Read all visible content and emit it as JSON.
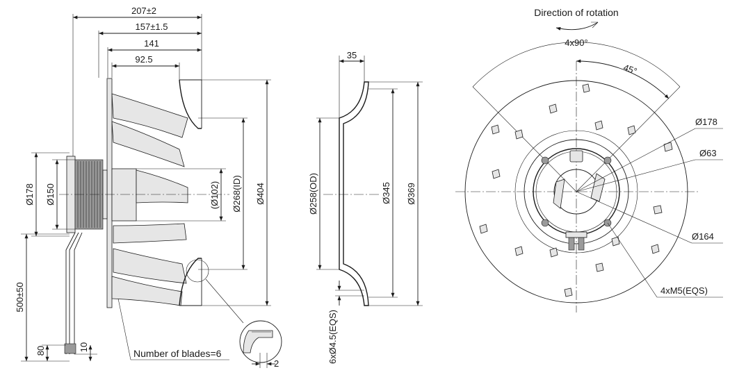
{
  "side_view": {
    "dim_overall_length": "207±2",
    "dim_flange_length": "157±1.5",
    "dim_impeller_length": "141",
    "dim_inlet_depth": "92.5",
    "dim_motor_dia": "Ø178",
    "dim_hub_dia": "Ø150",
    "dim_hub_inner": "(Ø102)",
    "dim_inlet_id": "Ø268(ID)",
    "dim_impeller_dia": "Ø404",
    "dim_cable_length": "500±50",
    "dim_cable_strip": "80",
    "dim_cable_end": "10",
    "blade_note": "Number of blades=6",
    "dim_detail_gap": "2"
  },
  "nozzle_view": {
    "dim_nozzle_depth": "35",
    "dim_nozzle_od": "Ø258(OD)",
    "dim_nozzle_345": "Ø345",
    "dim_nozzle_369": "Ø369",
    "dim_holes": "6xØ4.5(EQS)"
  },
  "front_view": {
    "rotation_label": "Direction of rotation",
    "dim_hole_pattern": "4x90°",
    "dim_angle": "45°",
    "dim_178": "Ø178",
    "dim_63": "Ø63",
    "dim_164": "Ø164",
    "dim_threads": "4xM5(EQS)"
  }
}
